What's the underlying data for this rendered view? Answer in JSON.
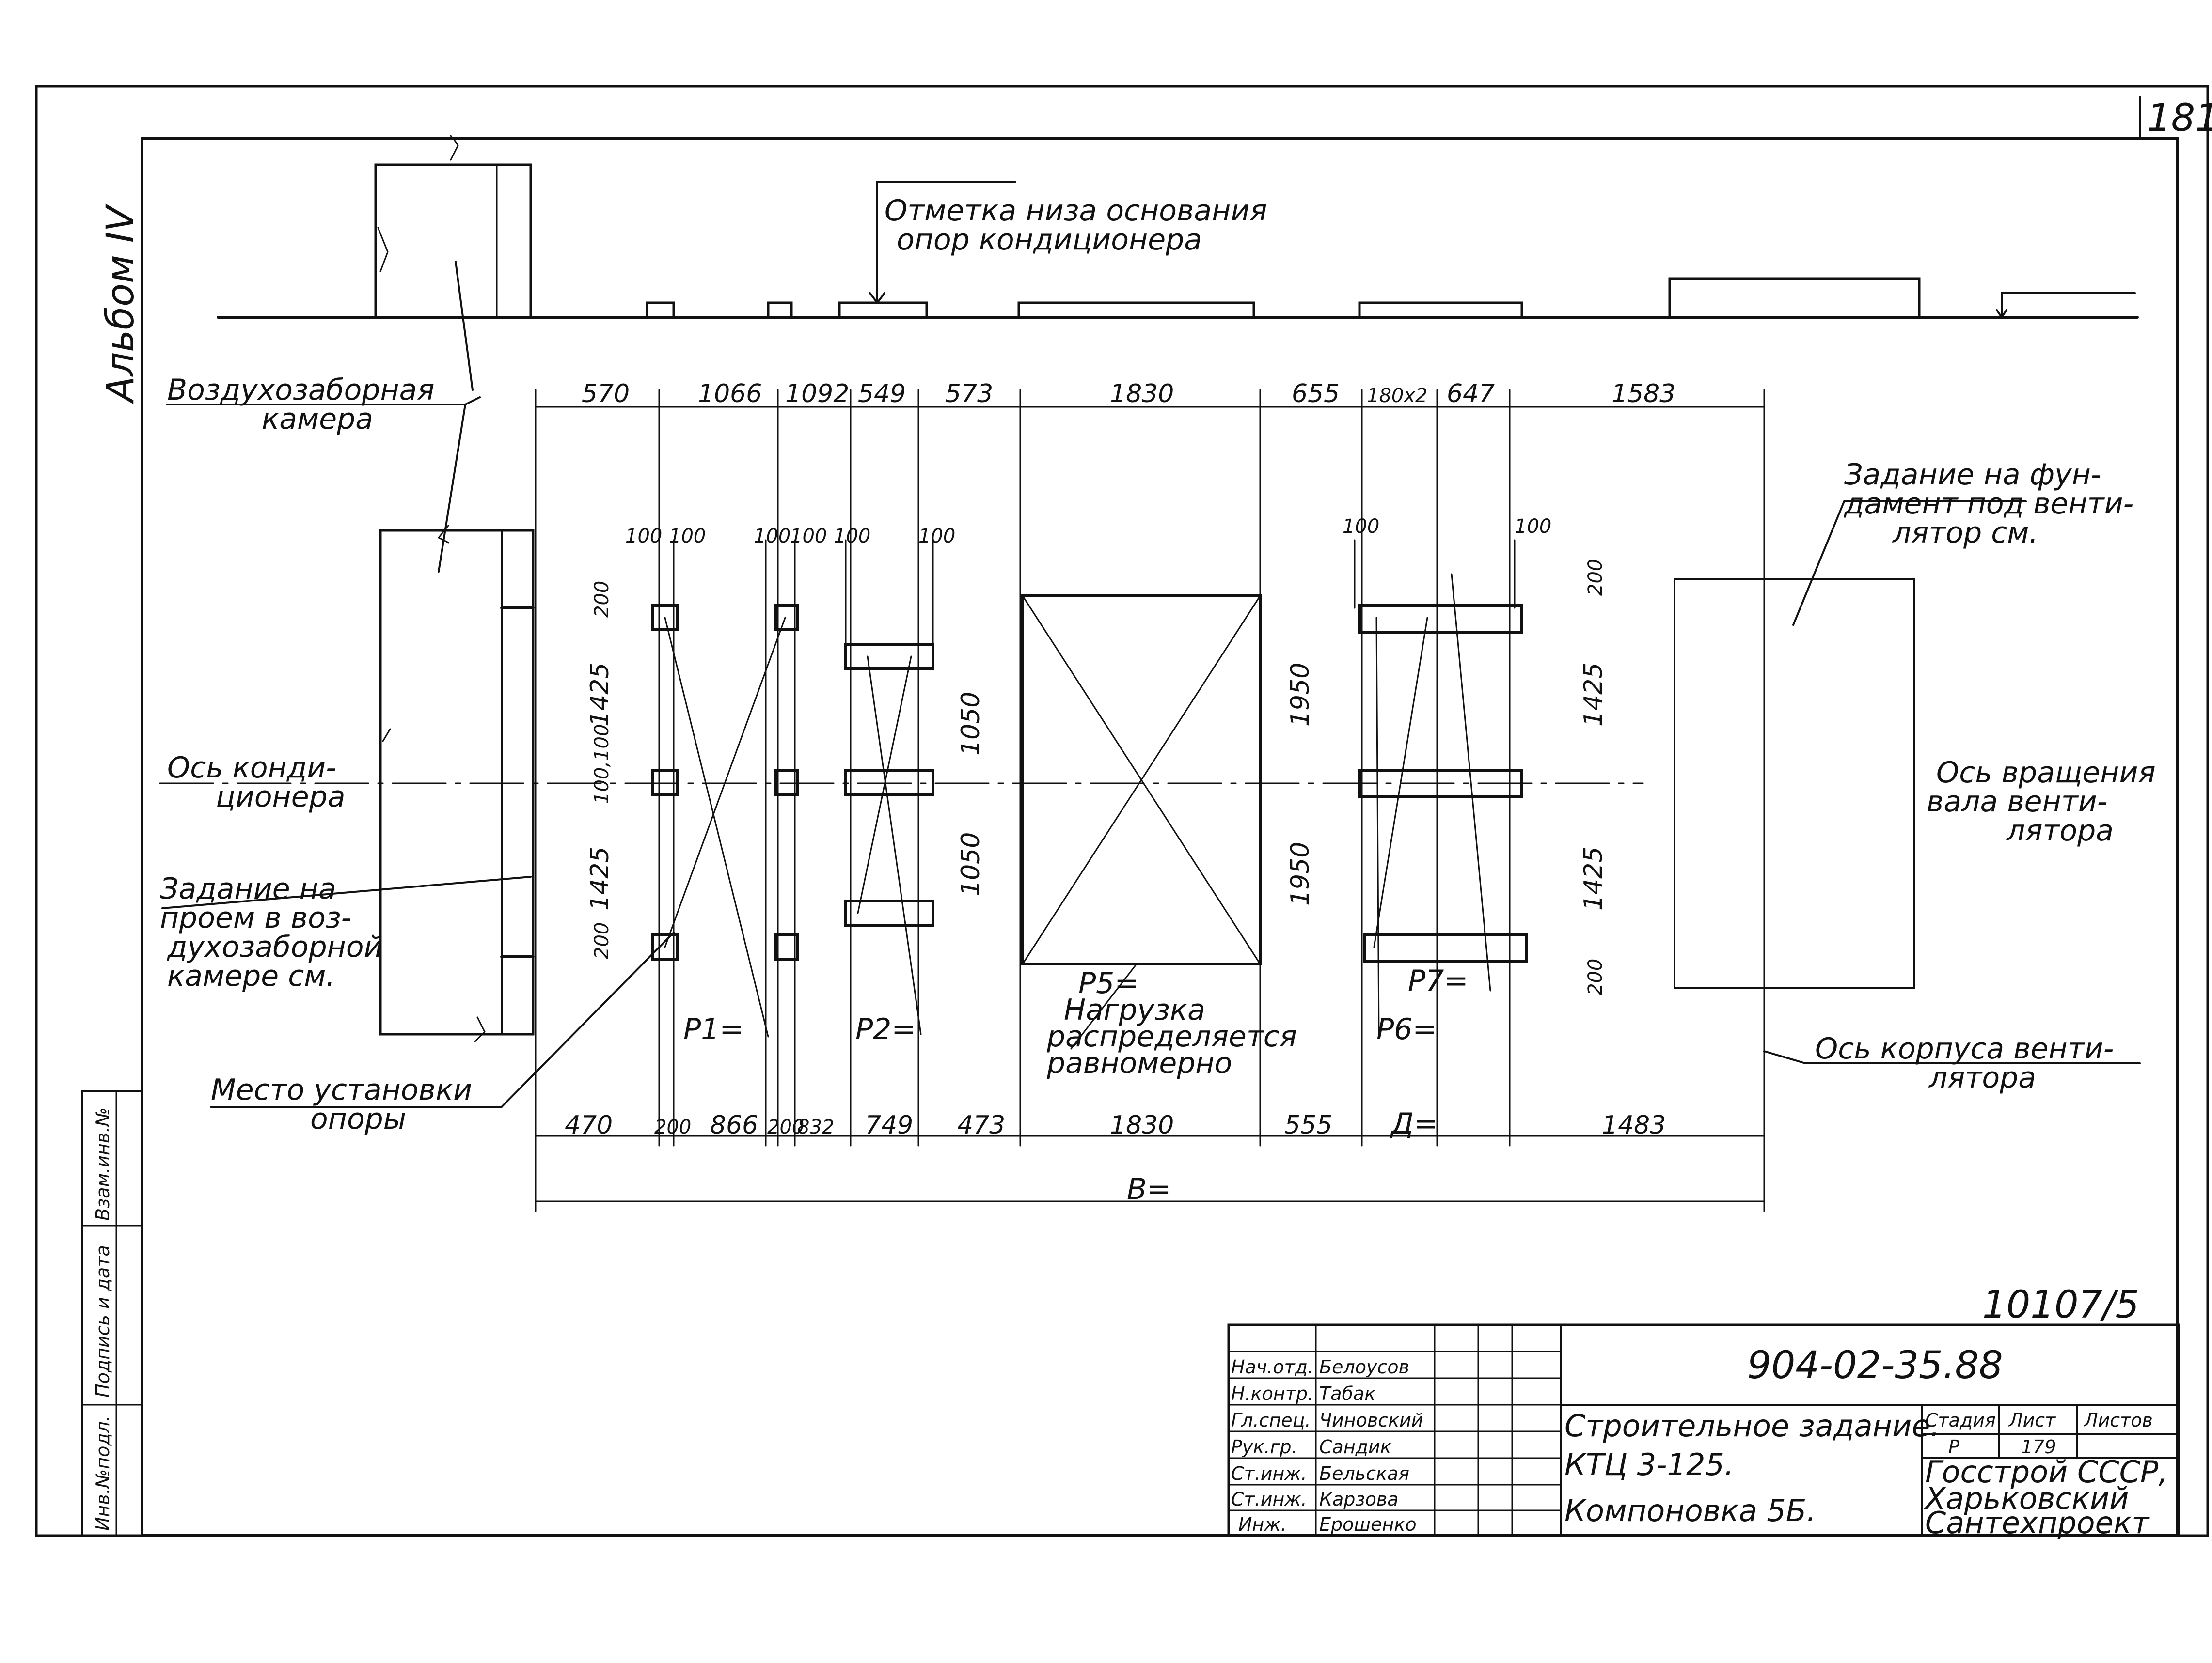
{
  "page_number": "181",
  "album": "Альбом IV",
  "sheet_code": "10107/5",
  "labels": {
    "elevation_line1": "Отметка низа основания",
    "elevation_line2": "опор кондиционера",
    "intake_line1": "Воздухозаборная",
    "intake_line2": "камера",
    "axis_cond_line1": "Ось конди-",
    "axis_cond_line2": "ционера",
    "opening_line1": "Задание на",
    "opening_line2": "проем в воз-",
    "opening_line3": "духозаборной",
    "opening_line4": "камере см.",
    "support_line1": "Место установки",
    "support_line2": "опоры",
    "foundation_line1": "Задание на фун-",
    "foundation_line2": "дамент под венти-",
    "foundation_line3": "лятор см.",
    "rot_axis_line1": "Ось вращения",
    "rot_axis_line2": "вала венти-",
    "rot_axis_line3": "лятора",
    "casing_axis_line1": "Ось корпуса венти-",
    "casing_axis_line2": "лятора",
    "p5_line1": "P5=",
    "p5_line2": "Нагрузка",
    "p5_line3": "распределяется",
    "p5_line4": "равномерно",
    "p1": "P1=",
    "p2": "P2=",
    "p6": "P6=",
    "p7": "P7=",
    "d_label": "Д=",
    "b_label": "В="
  },
  "dims_top": [
    "570",
    "1066",
    "1092",
    "549",
    "573",
    "1830",
    "655",
    "180x2",
    "647",
    "1583"
  ],
  "dims_bottom": [
    "470",
    "200",
    "866",
    "200",
    "832",
    "749",
    "473",
    "1830",
    "555",
    "1483"
  ],
  "dims_small": {
    "s100": "100",
    "s200": "200",
    "s1425": "1425",
    "s1050": "1050",
    "s1950": "1950",
    "s100100": "100,100"
  },
  "side_stamp": {
    "col1": "Инв.№подл.",
    "col2": "Подпись и дата",
    "col3": "Взам.инв.№"
  },
  "title_block": {
    "roles": [
      "Нач.отд.",
      "Н.контр.",
      "Гл.спец.",
      "Рук.гр.",
      "Ст.инж.",
      "Ст.инж.",
      "Инж."
    ],
    "names": [
      "Белоусов",
      "Табак",
      "Чиновский",
      "Сандик",
      "Бельская",
      "Карзова",
      "Ерошенко"
    ],
    "doc_number": "904-02-35.88",
    "title_line1": "Строительное задание.",
    "title_line2": "КТЦ 3-125.",
    "title_line3": "Компоновка 5Б.",
    "stage_header": "Стадия",
    "sheet_header": "Лист",
    "sheets_header": "Листов",
    "stage": "Р",
    "sheet_no": "179",
    "org_line1": "Госстрой СССР,",
    "org_line2": "Харьковский",
    "org_line3": "Сантехпроект"
  },
  "colors": {
    "ink": "#111111",
    "paper": "#ffffff"
  }
}
